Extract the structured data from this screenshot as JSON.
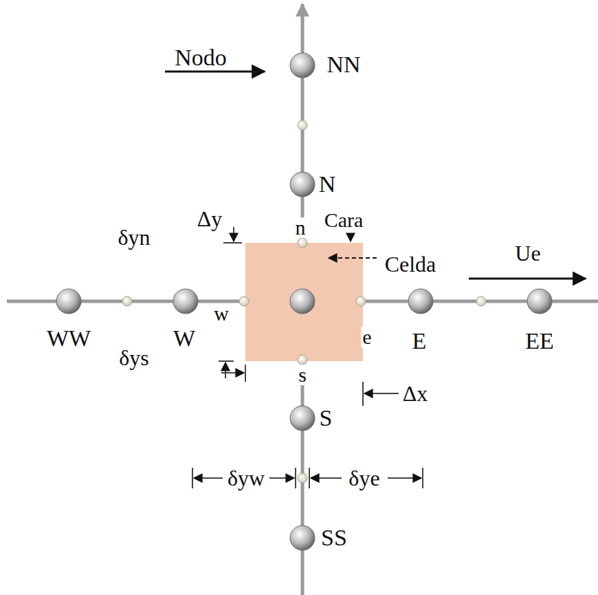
{
  "diagram": {
    "labels": [
      "Nodo",
      "NN",
      "N",
      "Δy",
      "n",
      "Cara",
      "δyn",
      "Celda",
      "Ue",
      "WW",
      "W",
      "w",
      "e",
      "E",
      "EE",
      "δys",
      "s",
      "Δx",
      "S",
      "δyw",
      "δye",
      "SS"
    ]
  }
}
